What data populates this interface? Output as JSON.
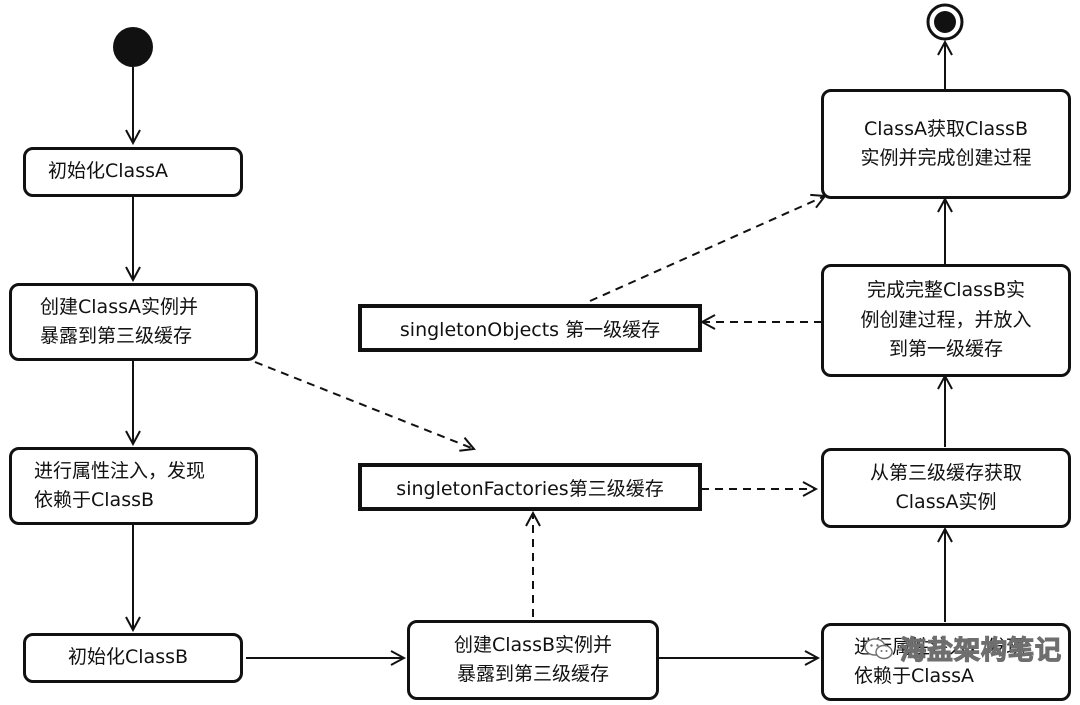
{
  "nodes": {
    "init_a": "初始化ClassA",
    "create_a": "创建ClassA实例并\n暴露到第三级缓存",
    "inject_a": "进行属性注入，发现\n依赖于ClassB",
    "init_b": "初始化ClassB",
    "create_b": "创建ClassB实例并\n暴露到第三级缓存",
    "inject_b": "进行属性注入，发现\n依赖于ClassA",
    "get_a": "从第三级缓存获取\nClassA实例",
    "complete_b": "完成完整ClassB实\n例创建过程，并放入\n到第一级缓存",
    "complete_a": "ClassA获取ClassB\n实例并完成创建过程"
  },
  "caches": {
    "singleton_objects": "singletonObjects 第一级缓存",
    "singleton_factories": "singletonFactories第三级缓存"
  },
  "watermark": "海盐架构笔记",
  "colors": {
    "stroke": "#111111",
    "background": "#ffffff"
  }
}
